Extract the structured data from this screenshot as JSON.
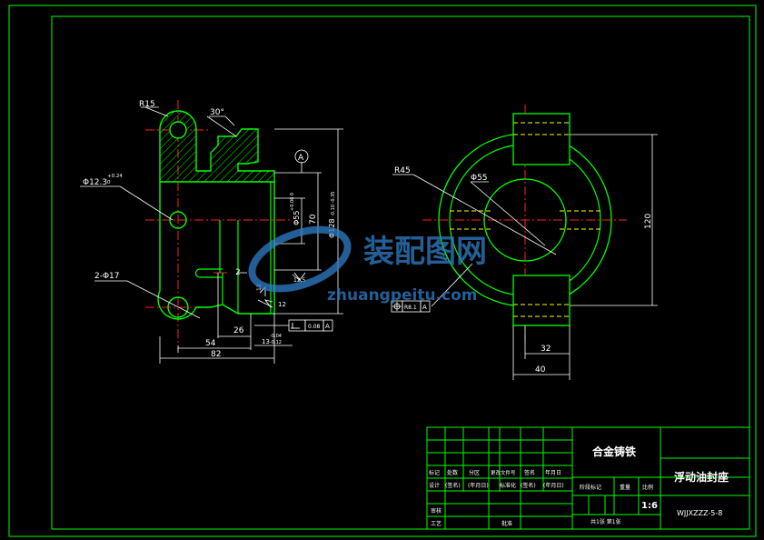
{
  "colors": {
    "background": "#000000",
    "outline": "#00ff00",
    "centerline": "#ff2020",
    "dimension": "#ffffff",
    "hidden": "#ffff00",
    "watermark": "#2f7fc8"
  },
  "front_view": {
    "r15": "R15",
    "angle30": "30°",
    "phi12_main": "Φ12.3",
    "phi12_tol_up": "+0.24",
    "phi12_tol_dn": "0",
    "holes2": "2-Φ17",
    "dim54": "54",
    "dim82": "82",
    "dim26": "26",
    "dim2": "2",
    "dim13": "13",
    "dim13_tol_up": "-0.04",
    "dim13_tol_dn": "-0.12",
    "dim70": "70",
    "dim55": "Φ55",
    "dim55_tol": "+0.06 0",
    "dim128": "Φ128",
    "dim128_tol": "-0.10 -0.35",
    "datum": "A",
    "rough1": "12.5",
    "rough2": "12",
    "rough3": "12",
    "perp_value": "0.08",
    "perp_datum": "A"
  },
  "side_view": {
    "r45": "R45",
    "phi55": "Φ55",
    "dim120": "120",
    "dim32": "32",
    "dim40": "40",
    "pos_value": "R8.1",
    "pos_datum": "A"
  },
  "watermark": {
    "cn": "装配图网",
    "url": "zhuangpeitu.com"
  },
  "title_block": {
    "material": "合金铸铁",
    "part_name": "浮动油封座",
    "drawing_no": "WJJXZZZ-5-8",
    "scale": "1:6",
    "row_marks": [
      "标记",
      "处数",
      "分区",
      "更改文件号",
      "签名",
      "年月日"
    ],
    "row_design": [
      "设计",
      "(签名)",
      "(年月日)",
      "标准化",
      "(签名)",
      "(年月日)"
    ],
    "row_review": "审核",
    "row_process": "工艺",
    "row_approve": "批准",
    "stage_label": "阶段标记",
    "weight_label": "重量",
    "scale_label": "比例",
    "sheets": "共1张  第1张"
  }
}
